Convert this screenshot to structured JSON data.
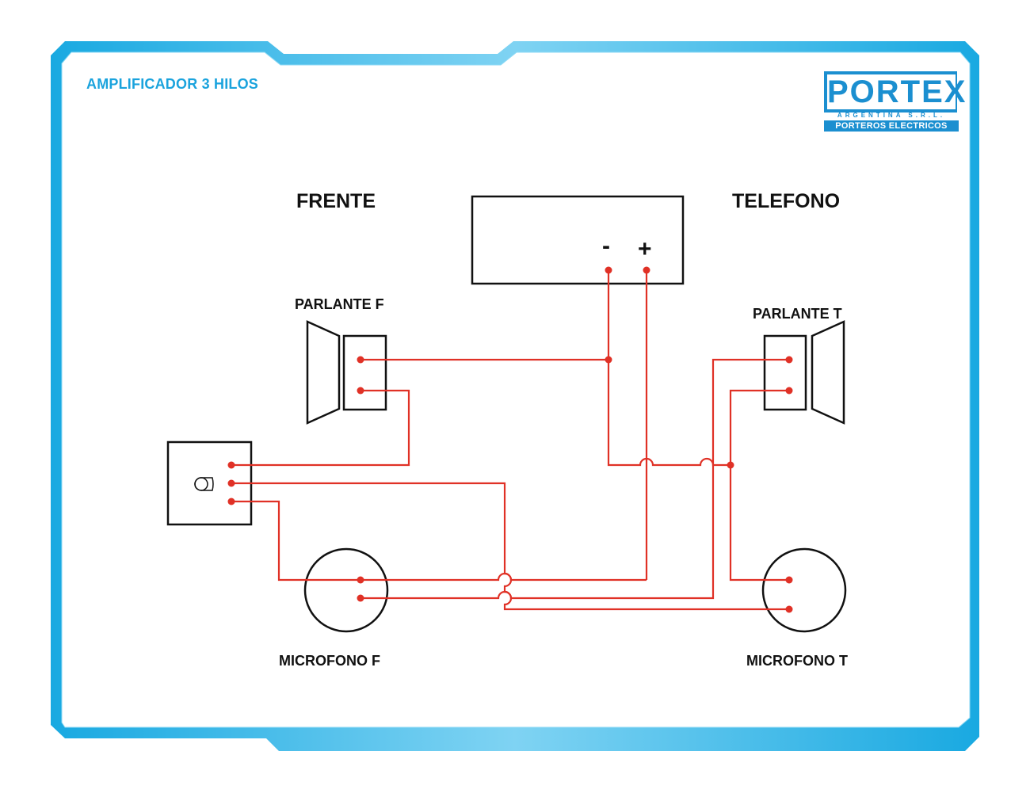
{
  "header": {
    "title": "AMPLIFICADOR 3 HILOS"
  },
  "logo": {
    "word": "PORTEX",
    "subtitle": "ARGENTINA S.R.L.",
    "tagline": "PORTEROS ELECTRICOS",
    "color": "#1b8fd0"
  },
  "sections": {
    "front": "FRENTE",
    "phone": "TELEFONO"
  },
  "components": {
    "speaker_front": "PARLANTE F",
    "speaker_phone": "PARLANTE T",
    "mic_front": "MICROFONO F",
    "mic_phone": "MICROFONO T"
  },
  "power": {
    "minus": "-",
    "plus": "+"
  },
  "icons": {
    "button": "push-button-icon",
    "speaker": "speaker-icon",
    "microphone": "microphone-icon",
    "crossing": "wire-crossover-icon"
  },
  "colors": {
    "wire": "#e03126",
    "frame": "#1aa3dd",
    "outline": "#111111"
  }
}
